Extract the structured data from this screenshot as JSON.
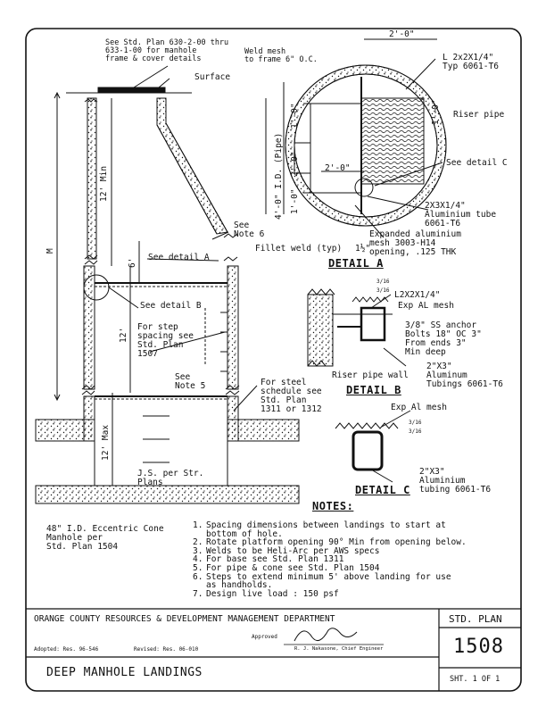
{
  "top_left_callout": "See Std. Plan 630-2-00 thru\n633-1-00 for manhole\nframe & cover details",
  "weld_mesh_callout": "Weld mesh\nto frame 6\" O.C.",
  "surface": "Surface",
  "dims": {
    "min12": "12' Min",
    "m": "M",
    "six": "6'",
    "twelve": "12'",
    "max12": "12' Max",
    "d2_0_top": "2'-0\"",
    "d2_0_mid": "2'-0\"",
    "d1_0_right": "1'-0\"",
    "d1_0_left_a": "1'-0\"",
    "d2_0_left": "2'-0\"",
    "d1_0_left_b": "1'-0\"",
    "d4_0": "4'-0\" I.D. (Pipe)"
  },
  "section": {
    "see_note_6": "See\nNote 6",
    "see_detail_a": "See detail A",
    "see_detail_b": "See detail B",
    "step_spacing": "For step\nspacing see\nStd. Plan\n1507",
    "see_note_5": "See\nNote 5",
    "steel_schedule": "For steel\nschedule see\nStd. Plan\n1311 or 1312",
    "js_plans": "J.S. per Str.\nPlans",
    "eccentric_cone": "48\" I.D. Eccentric Cone\nManhole per\nStd. Plan 1504"
  },
  "detail_a": {
    "title": "DETAIL A",
    "angle": "L 2x2X1/4\"\nTyp 6061-T6",
    "riser_pipe": "Riser pipe",
    "see_detail_c": "See detail C",
    "tube": "2X3X1/4\"\nAluminium tube\n6061-T6",
    "expanded": "Expanded aluminium\nmesh 3003-H14\nopening, .125 THK",
    "opening": "1½\"",
    "fillet": "Fillet weld (typ)"
  },
  "detail_b": {
    "title": "DETAIL B",
    "weld_sym": "3/16",
    "weld_sym2": "3/16",
    "angle": "L2X2X1/4\"",
    "mesh": "Exp AL mesh",
    "anchor": "3/8\" SS anchor\nBolts 18\" OC 3\"\nFrom ends 3\"\nMin deep",
    "tubing": "2\"X3\"\nAluminum\nTubings 6061-T6",
    "riser_wall": "Riser pipe wall"
  },
  "detail_c": {
    "title": "DETAIL C",
    "mesh": "Exp Al mesh",
    "weld_sym": "3/16",
    "weld_sym2": "3/16",
    "tubing": "2\"X3\"\nAluminium\ntubing 6061-T6"
  },
  "notes": {
    "heading": "NOTES:",
    "items": [
      {
        "n": "1.",
        "text": "Spacing dimensions between landings to start at\nbottom of hole."
      },
      {
        "n": "2.",
        "text": "Rotate platform opening 90° Min from opening below."
      },
      {
        "n": "3.",
        "text": "Welds to be Heli-Arc per AWS specs"
      },
      {
        "n": "4.",
        "text": "For base see Std. Plan 1311"
      },
      {
        "n": "5.",
        "text": "For pipe & cone see Std. Plan 1504"
      },
      {
        "n": "6.",
        "text": "Steps to extend minimum 5' above landing for use\nas handholds."
      },
      {
        "n": "7.",
        "text": "Design live load : 150 psf"
      }
    ]
  },
  "title_block": {
    "agency": "ORANGE COUNTY RESOURCES & DEVELOPMENT MANAGEMENT DEPARTMENT",
    "approved_label": "Approved",
    "engineer": "R. J. Nakasone, Chief Engineer",
    "adopted": "Adopted:  Res. 96-546",
    "revised": "Revised: Res. 06-010",
    "title": "DEEP MANHOLE LANDINGS",
    "std_plan_label": "STD. PLAN",
    "plan_number": "1508",
    "sheet": "SHT. 1  OF 1"
  },
  "colors": {
    "ink": "#111111",
    "paper": "#ffffff"
  }
}
